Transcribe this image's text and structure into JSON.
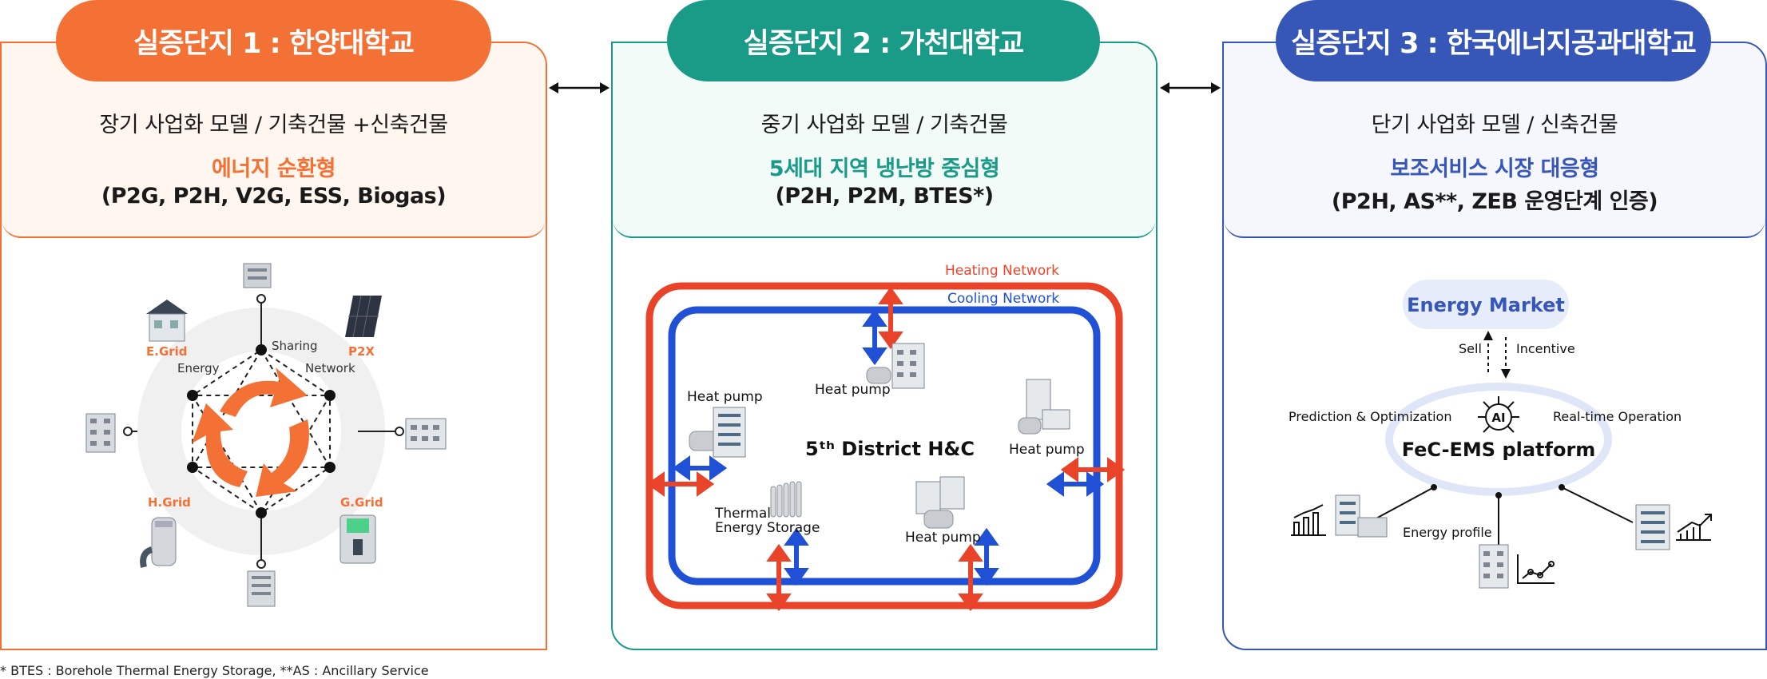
{
  "colors": {
    "orange": "#f47135",
    "teal": "#1a9b88",
    "blue": "#3656b8",
    "heating": "#e9442a",
    "cooling": "#1f50d6"
  },
  "site1": {
    "title": "실증단지 1 : 한양대학교",
    "model": "장기 사업화 모델 / 기축건물 +신축건물",
    "focus": "에너지 순환형",
    "tech": "(P2G, P2H, V2G, ESS, Biogas)",
    "labels": {
      "e_grid": "E.Grid",
      "p2x": "P2X",
      "h_grid": "H.Grid",
      "g_grid": "G.Grid",
      "sharing": "Sharing",
      "energy": "Energy",
      "network": "Network"
    }
  },
  "site2": {
    "title": "실증단지 2 : 가천대학교",
    "model": "중기 사업화 모델 / 기축건물",
    "focus": "5세대 지역 냉난방 중심형",
    "tech": "(P2H, P2M, BTES*)",
    "labels": {
      "heating_network": "Heating Network",
      "cooling_network": "Cooling Network",
      "heat_pump": "Heat pump",
      "center": "5ᵗʰ District H&C",
      "thermal1": "Thermal",
      "thermal2": "Energy Storage"
    }
  },
  "site3": {
    "title": "실증단지 3 : 한국에너지공과대학교",
    "model": "단기 사업화 모델 / 신축건물",
    "focus": "보조서비스  시장  대응형",
    "tech": "(P2H,  AS**,  ZEB 운영단계 인증)",
    "labels": {
      "energy_market": "Energy Market",
      "sell": "Sell",
      "incentive": "Incentive",
      "prediction": "Prediction & Optimization",
      "realtime": "Real-time Operation",
      "platform": "FeC-EMS platform",
      "ai": "AI",
      "energy_profile": "Energy profile"
    }
  },
  "footnote": "* BTES : Borehole Thermal Energy Storage, **AS : Ancillary Service"
}
